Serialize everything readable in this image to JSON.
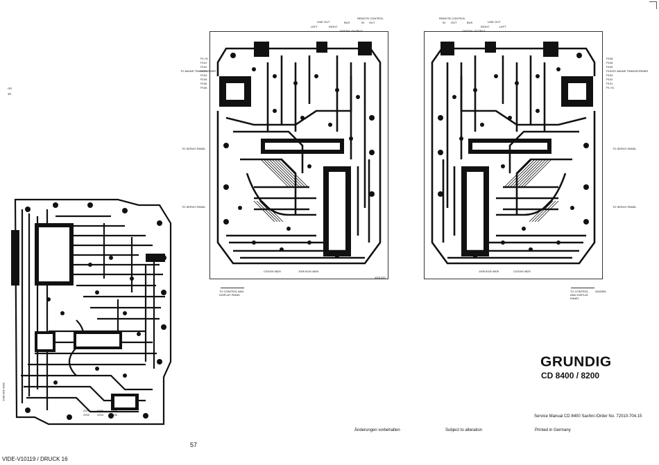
{
  "edge_labels": {
    "or": "OR",
    "r": "3R"
  },
  "left_board": {
    "codes": [
      "2201",
      "2202",
      "2203",
      "2204",
      "2205",
      "2206"
    ],
    "vertical_code": "0500 408 3902"
  },
  "middle_board": {
    "top_labels": {
      "line_out": "LINE OUT",
      "left": "LEFT",
      "right": "RIGHT",
      "remote": "REMOTE CONTROL",
      "in": "IN",
      "out": "OUT",
      "digital": "DIGITAL OUTPUT",
      "bus": "BUS"
    },
    "side_labels": [
      "TO MAINS TRANSFORMER",
      "TO SERVO PANEL",
      "TO SERVO PANEL"
    ],
    "pin_labels": [
      "P1 H1",
      "P101",
      "P102",
      "P103",
      "P104",
      "P105",
      "P106",
      "P108"
    ],
    "bottom_code": "4001253",
    "bottom_labels": [
      "TO CONTROL AND DISPLAY PANEL"
    ],
    "strip_codes": [
      "CD4100 4825",
      "1005 6100 4805"
    ]
  },
  "right_board": {
    "top_labels": {
      "remote": "REMOTE CONTROL",
      "line_out": "LINE OUT",
      "right": "RIGHT",
      "left": "LEFT",
      "in": "IN",
      "out": "OUT",
      "digital": "DIGITAL OUTPUT",
      "bus": "BUS"
    },
    "side_labels": [
      "TO MAINS TRANSFORMER",
      "TO SERVO PANEL",
      "TO SERVO PANEL"
    ],
    "pin_labels": [
      "P108",
      "P106",
      "P105",
      "P104",
      "P103",
      "P102",
      "P101",
      "P1 H1"
    ],
    "bottom_code": "4002505",
    "bottom_labels": [
      "TO CONTROL AND DISPLAY PANEL"
    ],
    "strip_codes": [
      "1005 6100 4805",
      "CD4100 4825"
    ]
  },
  "brand": "GRUNDIG",
  "model": "CD 8400 / 8200",
  "service_line": "Service Manual CD 8400  Sachnr./Order No. 72010-704.15",
  "footer": {
    "changes": "Änderungen vorbehalten",
    "subject": "Subject to alteration",
    "printed": "Printed in Germany"
  },
  "page_number": "57",
  "print_code": "VIDE-V10119 / DRUCK 16"
}
